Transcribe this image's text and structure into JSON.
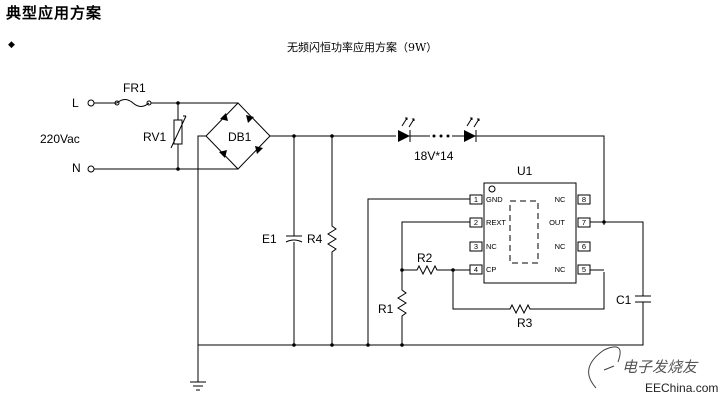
{
  "header": {
    "title": "典型应用方案",
    "bullet": "◆",
    "subtitle": "无频闪恒功率应用方案（9W）"
  },
  "labels": {
    "L": "L",
    "N": "N",
    "vac": "220Vac",
    "FR1": "FR1",
    "RV1": "RV1",
    "DB1": "DB1",
    "led_string": "18V*14",
    "E1": "E1",
    "R4": "R4",
    "U1": "U1",
    "R1": "R1",
    "R2": "R2",
    "R3": "R3",
    "C1": "C1"
  },
  "chip_pins": {
    "left": [
      {
        "num": "1",
        "name": "GND"
      },
      {
        "num": "2",
        "name": "REXT"
      },
      {
        "num": "3",
        "name": "NC"
      },
      {
        "num": "4",
        "name": "CP"
      }
    ],
    "right": [
      {
        "num": "8",
        "name": "NC"
      },
      {
        "num": "7",
        "name": "OUT"
      },
      {
        "num": "6",
        "name": "NC"
      },
      {
        "num": "5",
        "name": "NC"
      }
    ]
  },
  "watermark": {
    "logo_text": "电子发烧友",
    "site": "EEChina.com"
  }
}
